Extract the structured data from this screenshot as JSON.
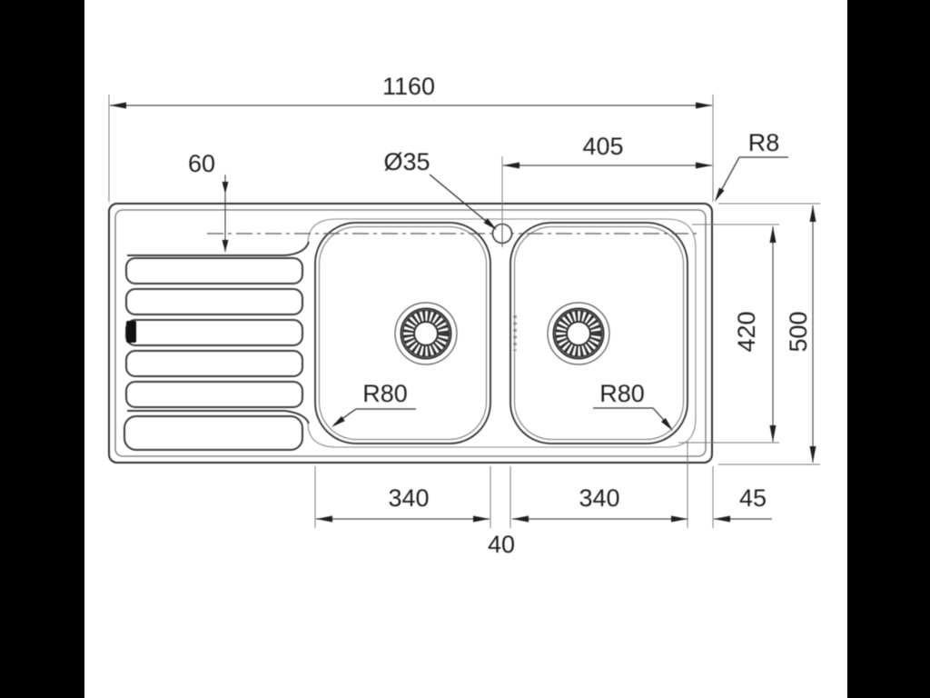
{
  "diagram": {
    "type": "technical-drawing",
    "subject": "double-bowl inset kitchen sink with left drainboard, top view",
    "colors": {
      "background": "#ffffff",
      "side_bars": "#000000",
      "outline": "#2f2f2f",
      "dimension_lines": "#4a4a4a",
      "text": "#1f1f1f"
    },
    "labels": {
      "overall_width": "1160",
      "top_offset": "60",
      "hole_diameter": "Ø35",
      "hole_to_right_edge": "405",
      "outer_corner_radius": "R8",
      "bowl_height": "420",
      "overall_height": "500",
      "left_bowl_width": "340",
      "bowl_gap": "40",
      "right_bowl_width": "340",
      "right_margin": "45",
      "left_bowl_radius": "R80",
      "right_bowl_radius": "R80"
    }
  }
}
